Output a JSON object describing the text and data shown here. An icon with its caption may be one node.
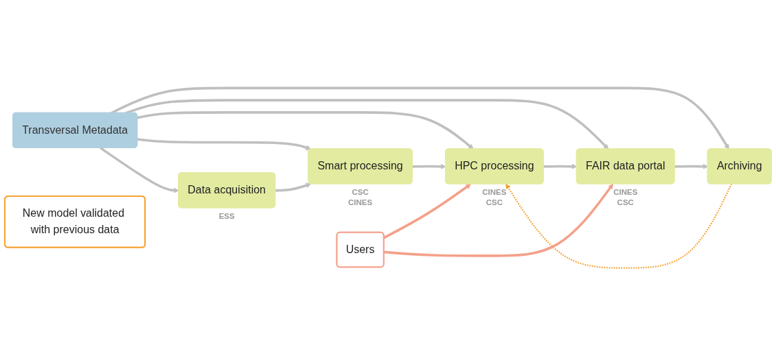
{
  "diagram": {
    "nodes": [
      {
        "text": [
          "Transversal Metadata"
        ]
      },
      {
        "text": [
          "Data acquisition"
        ],
        "beside": [
          "ESS"
        ]
      },
      {
        "text": [
          "Smart processing"
        ],
        "beside": [
          "CSC",
          "CINES"
        ]
      },
      {
        "text": [
          "HPC processing"
        ],
        "beside": [
          "CINES",
          "CSC"
        ]
      },
      {
        "text": [
          "FAIR data portal"
        ],
        "beside": [
          "CINES",
          "CSC"
        ]
      },
      {
        "text": [
          "Archiving"
        ]
      },
      {
        "text": [
          "Users"
        ]
      },
      {
        "text": [
          "New model validated with previous data"
        ]
      }
    ],
    "edges": [
      {
        "from": 0,
        "to": 1,
        "arrow": "to"
      },
      {
        "from": 0,
        "to": 2,
        "arrow": "to"
      },
      {
        "from": 0,
        "to": 3,
        "arrow": "to"
      },
      {
        "from": 0,
        "to": 4,
        "arrow": "to"
      },
      {
        "from": 0,
        "to": 5,
        "arrow": "to"
      },
      {
        "from": 1,
        "to": 2,
        "arrow": "to"
      },
      {
        "from": 2,
        "to": 3,
        "arrow": "to"
      },
      {
        "from": 3,
        "to": 4,
        "arrow": "to"
      },
      {
        "from": 4,
        "to": 5,
        "arrow": "to"
      },
      {
        "from": 5,
        "to": 3,
        "arrow": "to",
        "style": "dashed",
        "color": "#f5a030"
      },
      {
        "from": 6,
        "to": 3,
        "arrow": "to",
        "color": "#f4a08a"
      },
      {
        "from": 6,
        "to": 4,
        "arrow": "to",
        "color": "#f4a08a"
      }
    ]
  }
}
